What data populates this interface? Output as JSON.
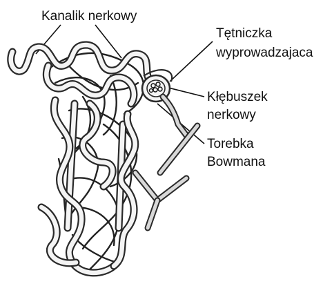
{
  "labels": {
    "renal_tubule": "Kanalik nerkowy",
    "efferent_arteriole_line1": "Tętniczka",
    "efferent_arteriole_line2": "wyprowadzajaca",
    "glomerulus_line1": "Kłębuszek",
    "glomerulus_line2": "nerkowy",
    "bowman_line1": "Torebka",
    "bowman_line2": "Bowmana"
  },
  "colors": {
    "outline": "#2a2a2a",
    "tube_fill": "#f4f4f4",
    "vessel_fill": "#d8d8d8",
    "background": "#ffffff"
  }
}
